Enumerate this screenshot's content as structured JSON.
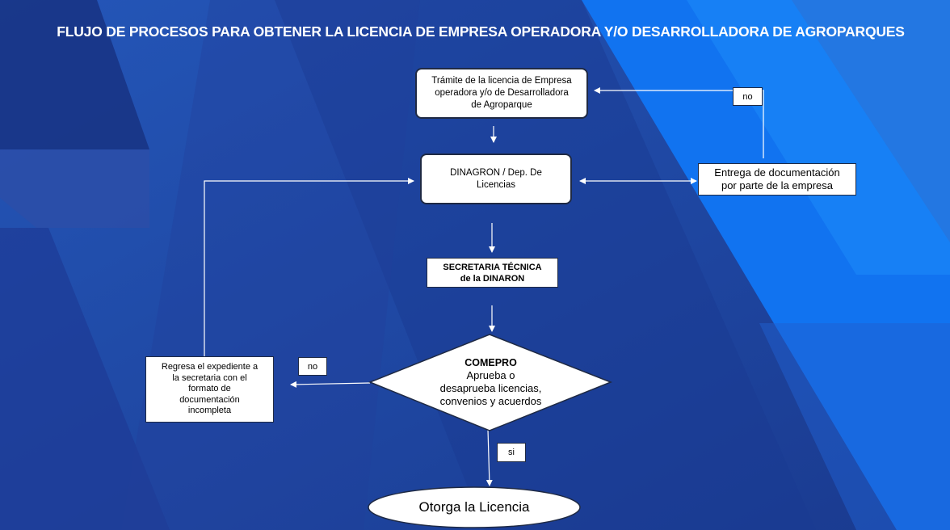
{
  "title": "FLUJO DE PROCESOS PARA OBTENER LA LICENCIA DE EMPRESA OPERADORA Y/O DESARROLLADORA DE AGROPARQUES",
  "nodes": {
    "tramite": [
      "Trámite de la licencia de Empresa",
      "operadora y/o  de Desarrolladora",
      "de Agroparque"
    ],
    "dinagron": [
      "DINAGRON  / Dep. De",
      "Licencias"
    ],
    "entrega": [
      "Entrega de documentación",
      "por parte de la empresa"
    ],
    "secretaria": [
      "SECRETARIA  TÉCNICA",
      "de la DINARON"
    ],
    "comepro_title": "COMEPRO",
    "comepro": [
      "Aprueba o",
      "desaprueba licencias,",
      "convenios y acuerdos"
    ],
    "regresa": [
      "Regresa el expediente a",
      "la secretaria con el",
      "formato de",
      "documentación",
      "incompleta"
    ],
    "otorga": "Otorga la Licencia"
  },
  "labels": {
    "no_top": "no",
    "no_left": "no",
    "si": "si"
  },
  "colors": {
    "background": "#1d3f99",
    "accent_light": "#1173f0",
    "accent_dark": "#162d77",
    "line": "#ffffff"
  }
}
